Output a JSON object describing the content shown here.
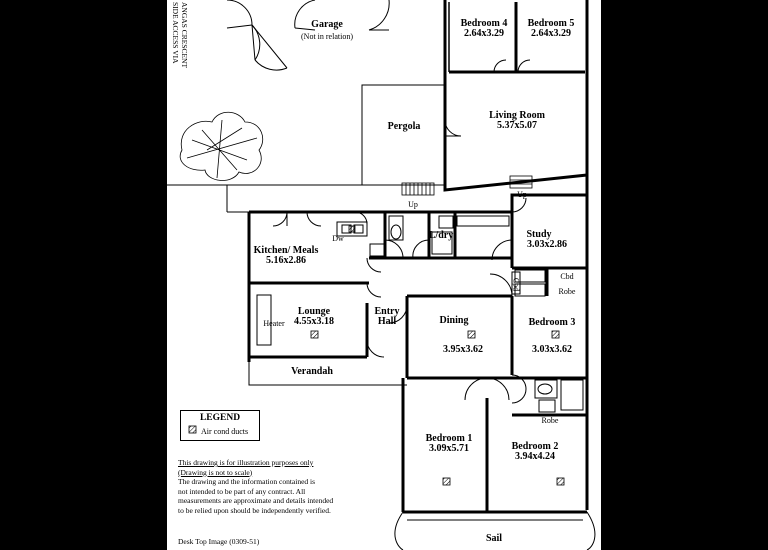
{
  "side_access": [
    "SIDE ACCESS VIA",
    "ANGAS CRESCENT"
  ],
  "rooms": {
    "garage": {
      "name": "Garage",
      "note": "(Not in relation)"
    },
    "bedroom4": {
      "name": "Bedroom 4",
      "dims": "2.64x3.29"
    },
    "bedroom5": {
      "name": "Bedroom 5",
      "dims": "2.64x3.29"
    },
    "pergola": {
      "name": "Pergola"
    },
    "living": {
      "name": "Living Room",
      "dims": "5.37x5.07"
    },
    "kitchen": {
      "name": "Kitchen/ Meals",
      "dims": "5.16x2.86"
    },
    "ldry": {
      "name": "L/dry"
    },
    "study": {
      "name": "Study",
      "dims": "3.03x2.86"
    },
    "lounge": {
      "name": "Lounge",
      "dims": "4.55x3.18"
    },
    "entry": {
      "name": "Entry",
      "name2": "Hall"
    },
    "dining": {
      "name": "Dining",
      "dims": "3.95x3.62"
    },
    "bedroom3": {
      "name": "Bedroom 3",
      "dims": "3.03x3.62"
    },
    "bedroom1": {
      "name": "Bedroom 1",
      "dims": "3.09x5.71"
    },
    "bedroom2": {
      "name": "Bedroom 2",
      "dims": "3.94x4.24"
    },
    "verandah": {
      "name": "Verandah"
    },
    "sail": {
      "name": "Sail"
    }
  },
  "fixtures": {
    "up1": "Up",
    "up2": "Up",
    "dw": "Dw",
    "heater": "Heater",
    "cbd": "Cbd",
    "robe1": "Robe",
    "robe2": "Robe",
    "cpd": "Cpd"
  },
  "legend": {
    "title": "LEGEND",
    "item": "Air cond ducts"
  },
  "disclaimer": {
    "line1": "This drawing is for illustration purposes only",
    "line2": "(Drawing is not to scale)",
    "body": [
      "The drawing and the information contained is",
      "not intended to be part of any contract.  All",
      "measurements are approximate and details intended",
      "to be relied upon should be independently verified."
    ]
  },
  "footer": "Desk Top Image    (0309-51)"
}
